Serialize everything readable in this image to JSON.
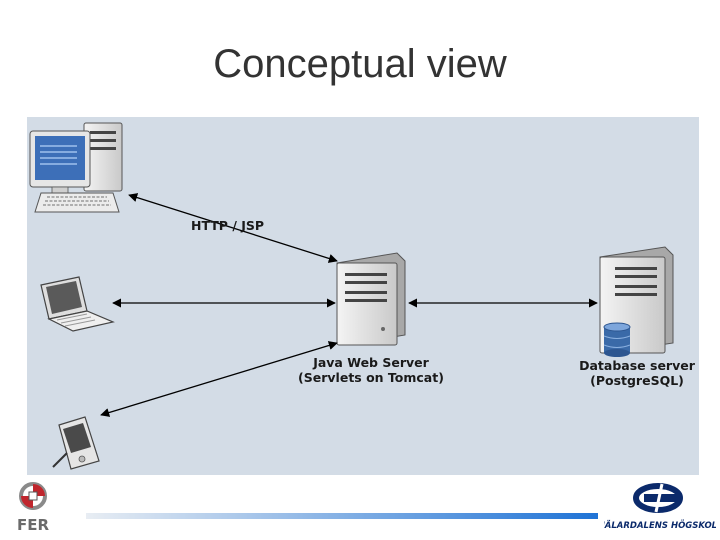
{
  "slide": {
    "title": "Conceptual view"
  },
  "diagram": {
    "protocol_label": "HTTP / JSP",
    "web_server_label_line1": "Java Web Server",
    "web_server_label_line2": "(Servlets on Tomcat)",
    "db_server_label_line1": "Database server",
    "db_server_label_line2": "(PostgreSQL)"
  },
  "footer": {
    "left_logo_text": "FER",
    "right_logo_text": "MÄLARDALENS HÖGSKOLA"
  },
  "colors": {
    "diagram_background": "#d3dce6",
    "title": "#333333",
    "monitor_screen": "#3d6fb8",
    "database_cylinder": "#3a6aa8",
    "footer_bar_start": "#e8edf3",
    "footer_bar_end": "#1f73d6",
    "right_logo": "#0b2a6b"
  }
}
